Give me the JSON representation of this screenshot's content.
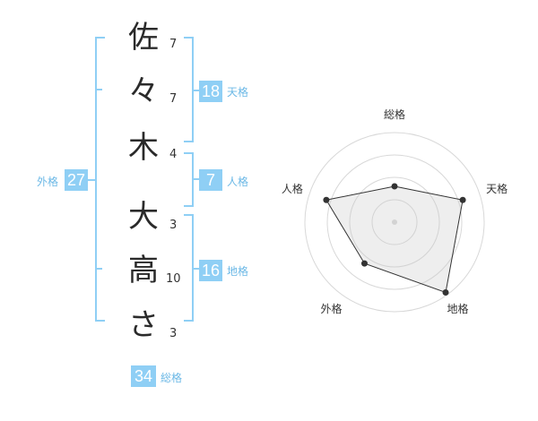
{
  "name": {
    "chars": [
      "佐",
      "々",
      "木",
      "大",
      "高",
      "さ"
    ],
    "strokes": [
      "7",
      "7",
      "4",
      "3",
      "10",
      "3"
    ]
  },
  "grids": {
    "tenkaku": {
      "value": "18",
      "label": "天格"
    },
    "jinkaku": {
      "value": "7",
      "label": "人格"
    },
    "chikaku": {
      "value": "16",
      "label": "地格"
    },
    "gaikaku": {
      "value": "27",
      "label": "外格"
    },
    "soukaku": {
      "value": "34",
      "label": "総格"
    }
  },
  "colors": {
    "accent": "#8fcff5",
    "bracket": "#8fcff5"
  },
  "chart_data": {
    "type": "radar",
    "axes": [
      "総格",
      "天格",
      "地格",
      "外格",
      "人格"
    ],
    "values": [
      0.4,
      0.8,
      0.97,
      0.57,
      0.8
    ],
    "rings": 4
  }
}
